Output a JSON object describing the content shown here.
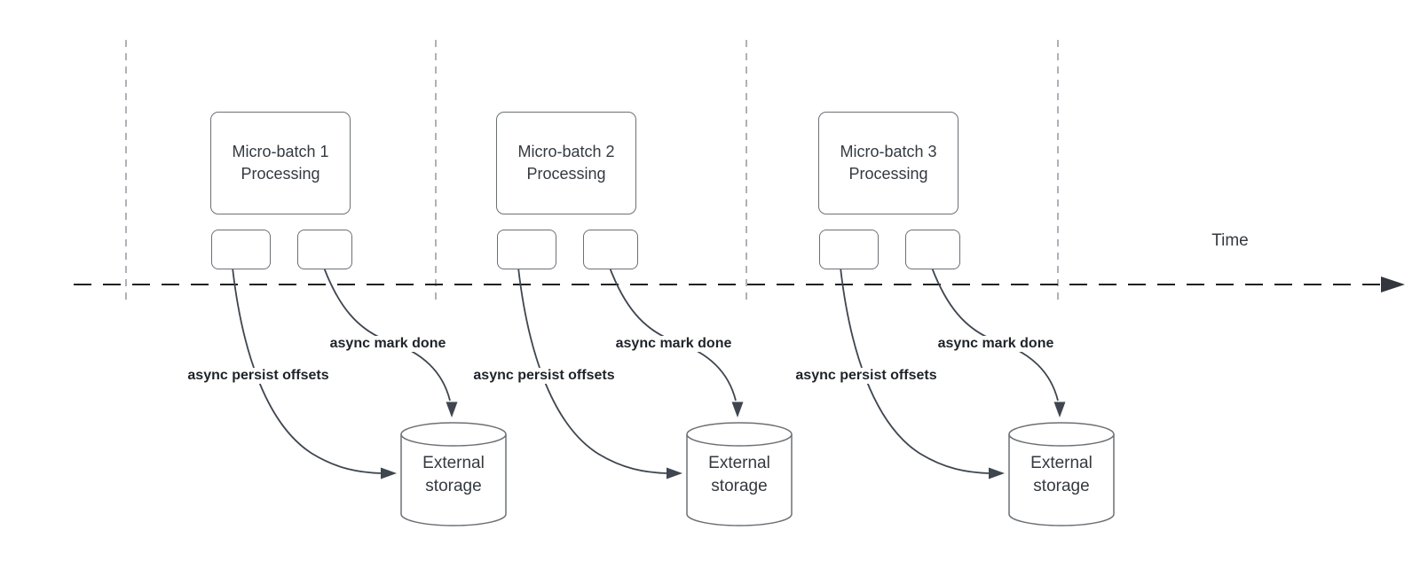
{
  "timeline": {
    "label": "Time"
  },
  "colors": {
    "shape_stroke": "#6b7075",
    "connector_stroke": "#3f4650",
    "timeline_stroke": "#202020",
    "guide_stroke": "#9aa0a6",
    "shape_text": "#343a40",
    "edge_label_text": "#1f2329",
    "background": "#ffffff"
  },
  "groups": [
    {
      "box_label": "Micro-batch 1\nProcessing",
      "offset_label": "async persist offsets",
      "mark_done_label": "async mark done",
      "storage_label": "External\nstorage"
    },
    {
      "box_label": "Micro-batch 2\nProcessing",
      "offset_label": "async persist offsets",
      "mark_done_label": "async mark done",
      "storage_label": "External\nstorage"
    },
    {
      "box_label": "Micro-batch 3\nProcessing",
      "offset_label": "async persist offsets",
      "mark_done_label": "async mark done",
      "storage_label": "External\nstorage"
    }
  ]
}
